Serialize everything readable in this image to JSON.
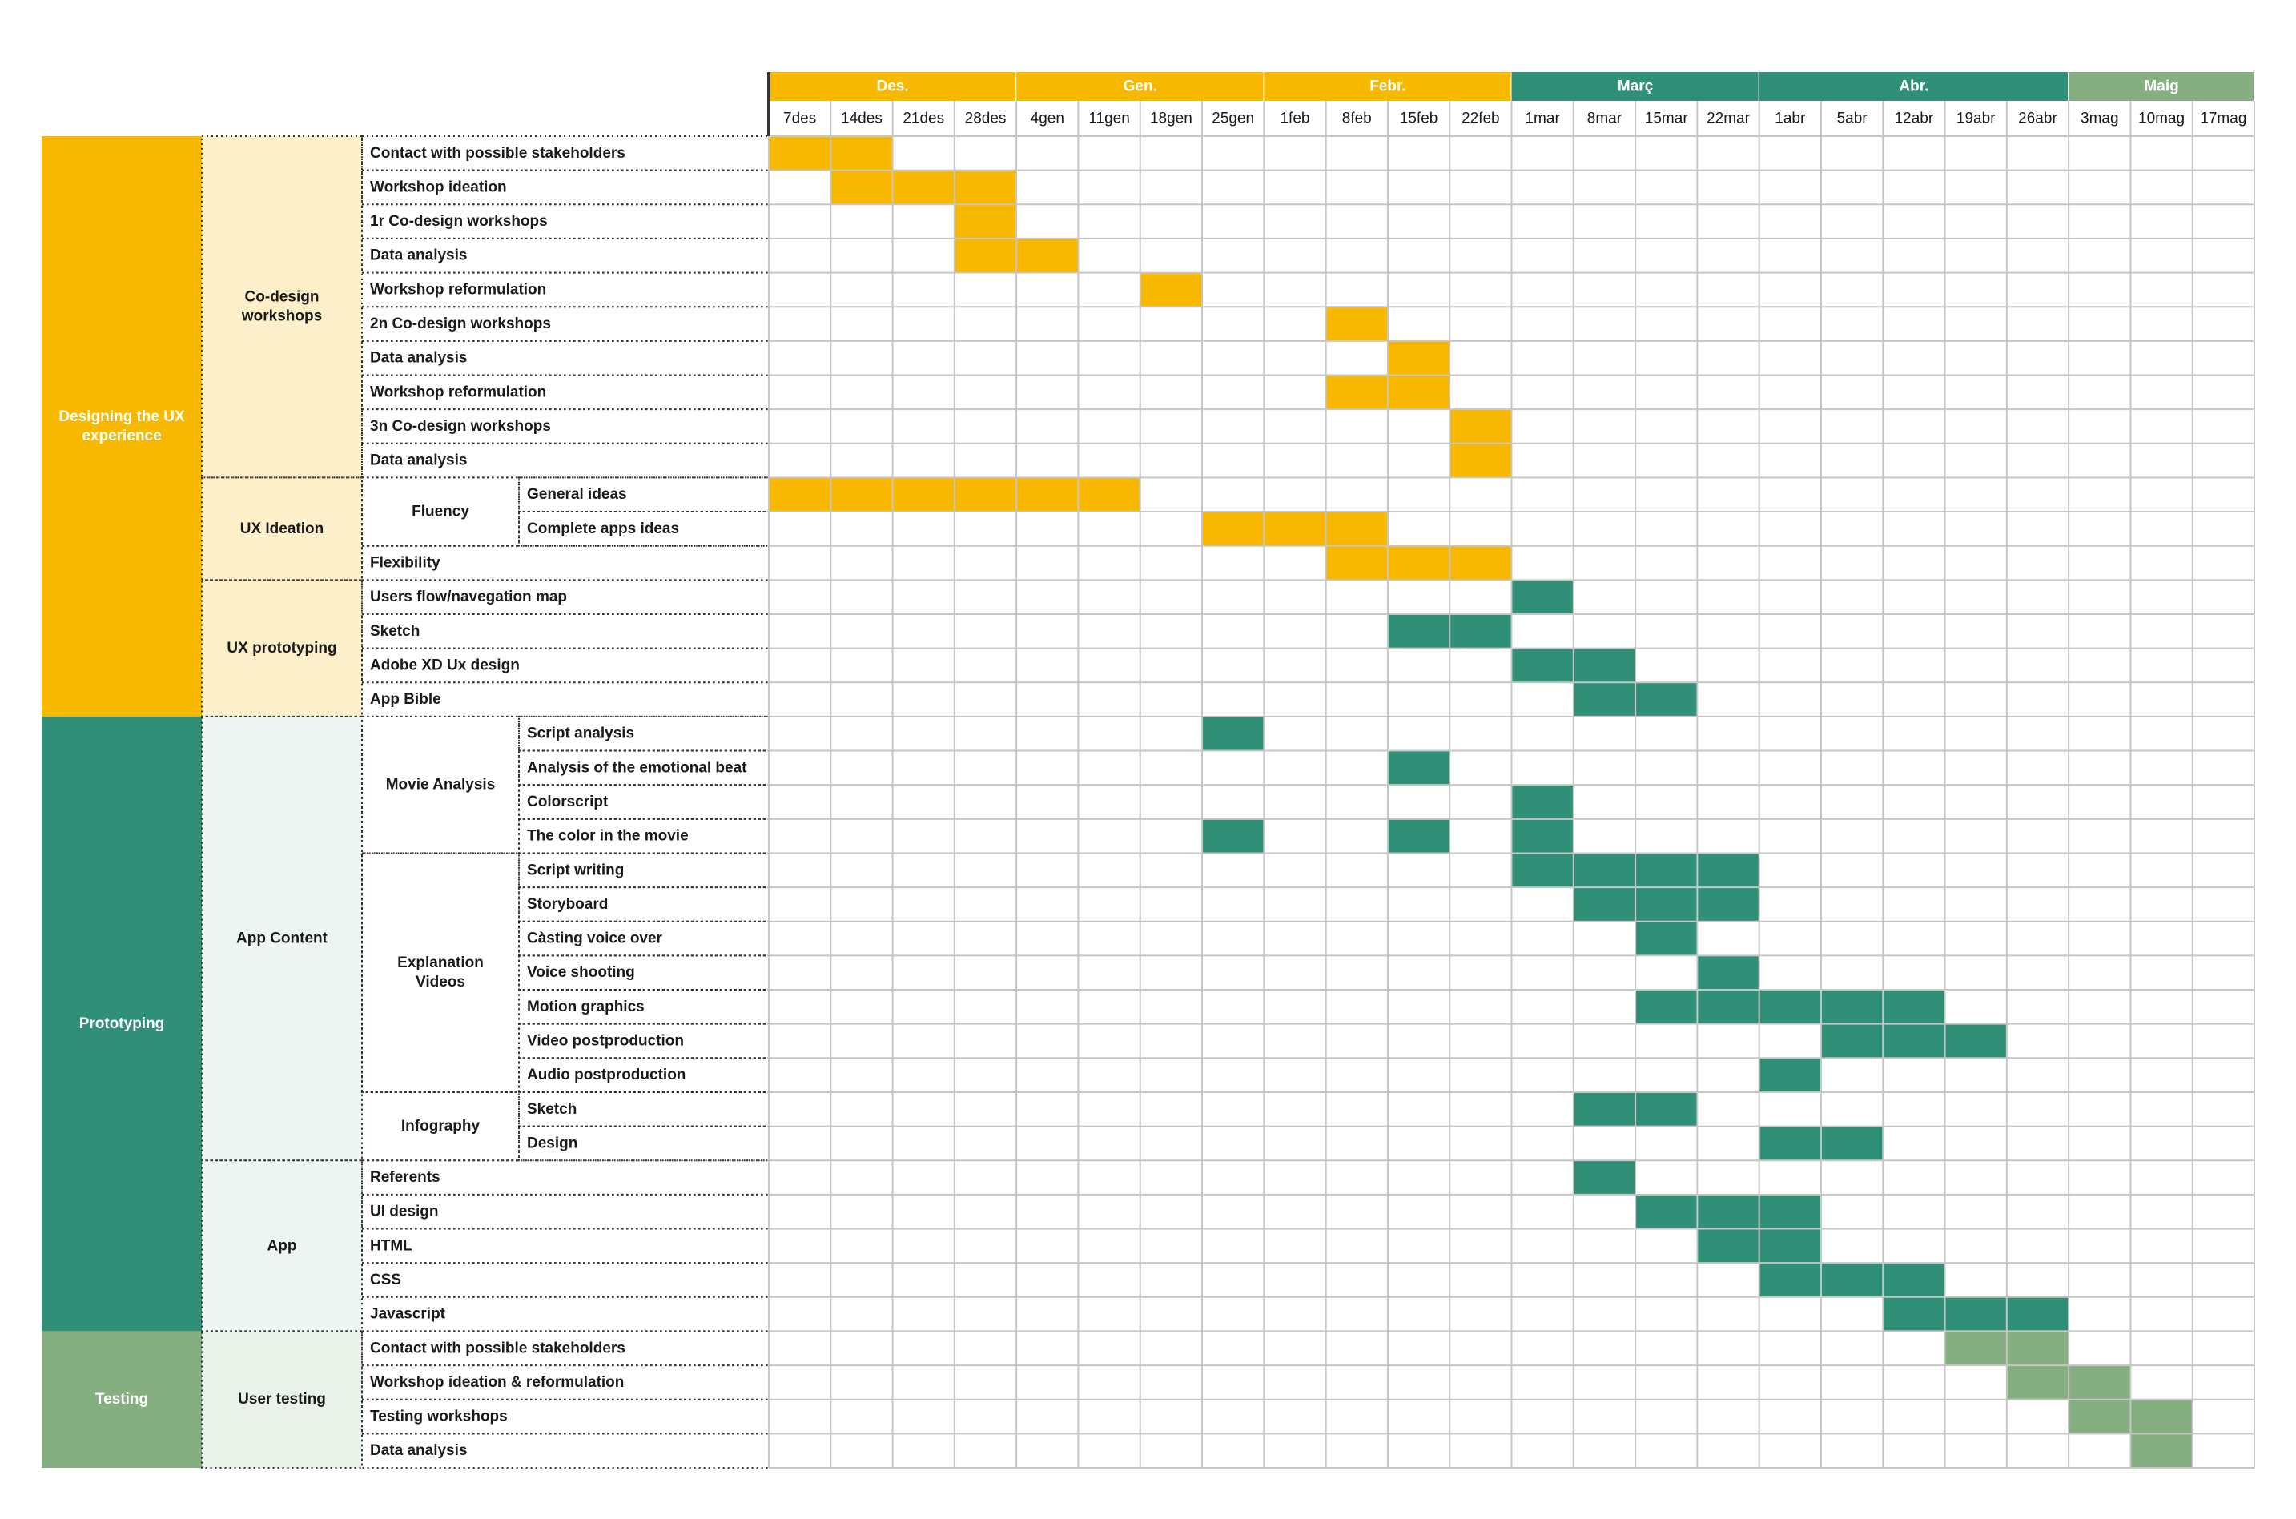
{
  "colors": {
    "yellow": "#F9B800",
    "teal": "#2F9077",
    "light_green": "#86AF81",
    "yellow_pale": "#FDEFC9",
    "teal_pale": "#EDF5F2",
    "green_pale": "#E9F2E8",
    "grid": "#C6C6C6"
  },
  "chart_data": {
    "type": "gantt",
    "months": [
      {
        "label": "Des.",
        "weeks": 4,
        "color": "yellow"
      },
      {
        "label": "Gen.",
        "weeks": 4,
        "color": "yellow"
      },
      {
        "label": "Febr.",
        "weeks": 4,
        "color": "yellow"
      },
      {
        "label": "Març",
        "weeks": 4,
        "color": "teal"
      },
      {
        "label": "Abr.",
        "weeks": 5,
        "color": "teal"
      },
      {
        "label": "Maig",
        "weeks": 3,
        "color": "light_green"
      }
    ],
    "weeks": [
      "7des",
      "14des",
      "21des",
      "28des",
      "4gen",
      "11gen",
      "18gen",
      "25gen",
      "1feb",
      "8feb",
      "15feb",
      "22feb",
      "1mar",
      "8mar",
      "15mar",
      "22mar",
      "1abr",
      "5abr",
      "12abr",
      "19abr",
      "26abr",
      "3mag",
      "10mag",
      "17mag"
    ],
    "categories": [
      {
        "label": "Designing the UX experience",
        "color": "yellow",
        "rows": [
          0,
          16
        ]
      },
      {
        "label": "Prototyping",
        "color": "teal",
        "rows": [
          17,
          34
        ]
      },
      {
        "label": "Testing",
        "color": "light_green",
        "rows": [
          35,
          38
        ]
      }
    ],
    "subcategories": [
      {
        "label": "Co-design workshops",
        "pale": "yellow_pale",
        "rows": [
          0,
          9
        ]
      },
      {
        "label": "UX Ideation",
        "pale": "yellow_pale",
        "rows": [
          10,
          12
        ]
      },
      {
        "label": "UX prototyping",
        "pale": "yellow_pale",
        "rows": [
          13,
          16
        ]
      },
      {
        "label": "App Content",
        "pale": "teal_pale",
        "rows": [
          17,
          29
        ]
      },
      {
        "label": "App",
        "pale": "teal_pale",
        "rows": [
          30,
          34
        ]
      },
      {
        "label": "User testing",
        "pale": "green_pale",
        "rows": [
          35,
          38
        ]
      }
    ],
    "groups": [
      {
        "label": "Fluency",
        "rows": [
          10,
          11
        ]
      },
      {
        "label": "Movie Analysis",
        "rows": [
          17,
          20
        ]
      },
      {
        "label": "Explanation Videos",
        "rows": [
          21,
          27
        ]
      },
      {
        "label": "Infography",
        "rows": [
          28,
          29
        ]
      }
    ],
    "tasks": [
      {
        "label": "Contact with possible stakeholders",
        "color": "yellow",
        "weeks": [
          0,
          1
        ]
      },
      {
        "label": "Workshop ideation",
        "color": "yellow",
        "weeks": [
          1,
          2,
          3
        ]
      },
      {
        "label": "1r Co-design workshops",
        "color": "yellow",
        "weeks": [
          3
        ]
      },
      {
        "label": "Data analysis",
        "color": "yellow",
        "weeks": [
          3,
          4
        ]
      },
      {
        "label": "Workshop reformulation",
        "color": "yellow",
        "weeks": [
          6
        ]
      },
      {
        "label": "2n Co-design workshops",
        "color": "yellow",
        "weeks": [
          9
        ]
      },
      {
        "label": "Data analysis",
        "color": "yellow",
        "weeks": [
          10
        ]
      },
      {
        "label": "Workshop reformulation",
        "color": "yellow",
        "weeks": [
          9,
          10
        ]
      },
      {
        "label": "3n Co-design workshops",
        "color": "yellow",
        "weeks": [
          11
        ]
      },
      {
        "label": "Data analysis",
        "color": "yellow",
        "weeks": [
          11
        ]
      },
      {
        "label": "General ideas",
        "color": "yellow",
        "weeks": [
          0,
          1,
          2,
          3,
          4,
          5
        ]
      },
      {
        "label": "Complete apps ideas",
        "color": "yellow",
        "weeks": [
          7,
          8,
          9
        ]
      },
      {
        "label": "Flexibility",
        "color": "yellow",
        "weeks": [
          9,
          10,
          11
        ]
      },
      {
        "label": "Users flow/navegation map",
        "color": "teal",
        "weeks": [
          12
        ]
      },
      {
        "label": "Sketch",
        "color": "teal",
        "weeks": [
          10,
          11
        ]
      },
      {
        "label": "Adobe XD Ux design",
        "color": "teal",
        "weeks": [
          12,
          13
        ]
      },
      {
        "label": "App Bible",
        "color": "teal",
        "weeks": [
          13,
          14
        ]
      },
      {
        "label": "Script analysis",
        "color": "teal",
        "weeks": [
          7
        ]
      },
      {
        "label": "Analysis of the emotional beat",
        "color": "teal",
        "weeks": [
          10
        ]
      },
      {
        "label": "Colorscript",
        "color": "teal",
        "weeks": [
          12
        ]
      },
      {
        "label": "The color in the movie",
        "color": "teal",
        "weeks": [
          7,
          10,
          12
        ]
      },
      {
        "label": "Script writing",
        "color": "teal",
        "weeks": [
          12,
          13,
          14,
          15
        ]
      },
      {
        "label": "Storyboard",
        "color": "teal",
        "weeks": [
          13,
          14,
          15
        ]
      },
      {
        "label": "Càsting voice over",
        "color": "teal",
        "weeks": [
          14
        ]
      },
      {
        "label": "Voice shooting",
        "color": "teal",
        "weeks": [
          15
        ]
      },
      {
        "label": "Motion graphics",
        "color": "teal",
        "weeks": [
          14,
          15,
          16,
          17,
          18
        ]
      },
      {
        "label": "Video postproduction",
        "color": "teal",
        "weeks": [
          17,
          18,
          19
        ]
      },
      {
        "label": "Audio postproduction",
        "color": "teal",
        "weeks": [
          16
        ]
      },
      {
        "label": "Sketch",
        "color": "teal",
        "weeks": [
          13,
          14
        ]
      },
      {
        "label": "Design",
        "color": "teal",
        "weeks": [
          16,
          17
        ]
      },
      {
        "label": "Referents",
        "color": "teal",
        "weeks": [
          13
        ]
      },
      {
        "label": "UI design",
        "color": "teal",
        "weeks": [
          14,
          15,
          16
        ]
      },
      {
        "label": "HTML",
        "color": "teal",
        "weeks": [
          15,
          16
        ]
      },
      {
        "label": "CSS",
        "color": "teal",
        "weeks": [
          16,
          17,
          18
        ]
      },
      {
        "label": "Javascript",
        "color": "teal",
        "weeks": [
          18,
          19,
          20
        ]
      },
      {
        "label": "Contact with possible stakeholders",
        "color": "light_green",
        "weeks": [
          19,
          20
        ]
      },
      {
        "label": "Workshop ideation & reformulation",
        "color": "light_green",
        "weeks": [
          20,
          21
        ]
      },
      {
        "label": "Testing workshops",
        "color": "light_green",
        "weeks": [
          21,
          22
        ]
      },
      {
        "label": "Data analysis",
        "color": "light_green",
        "weeks": [
          22
        ]
      }
    ]
  }
}
